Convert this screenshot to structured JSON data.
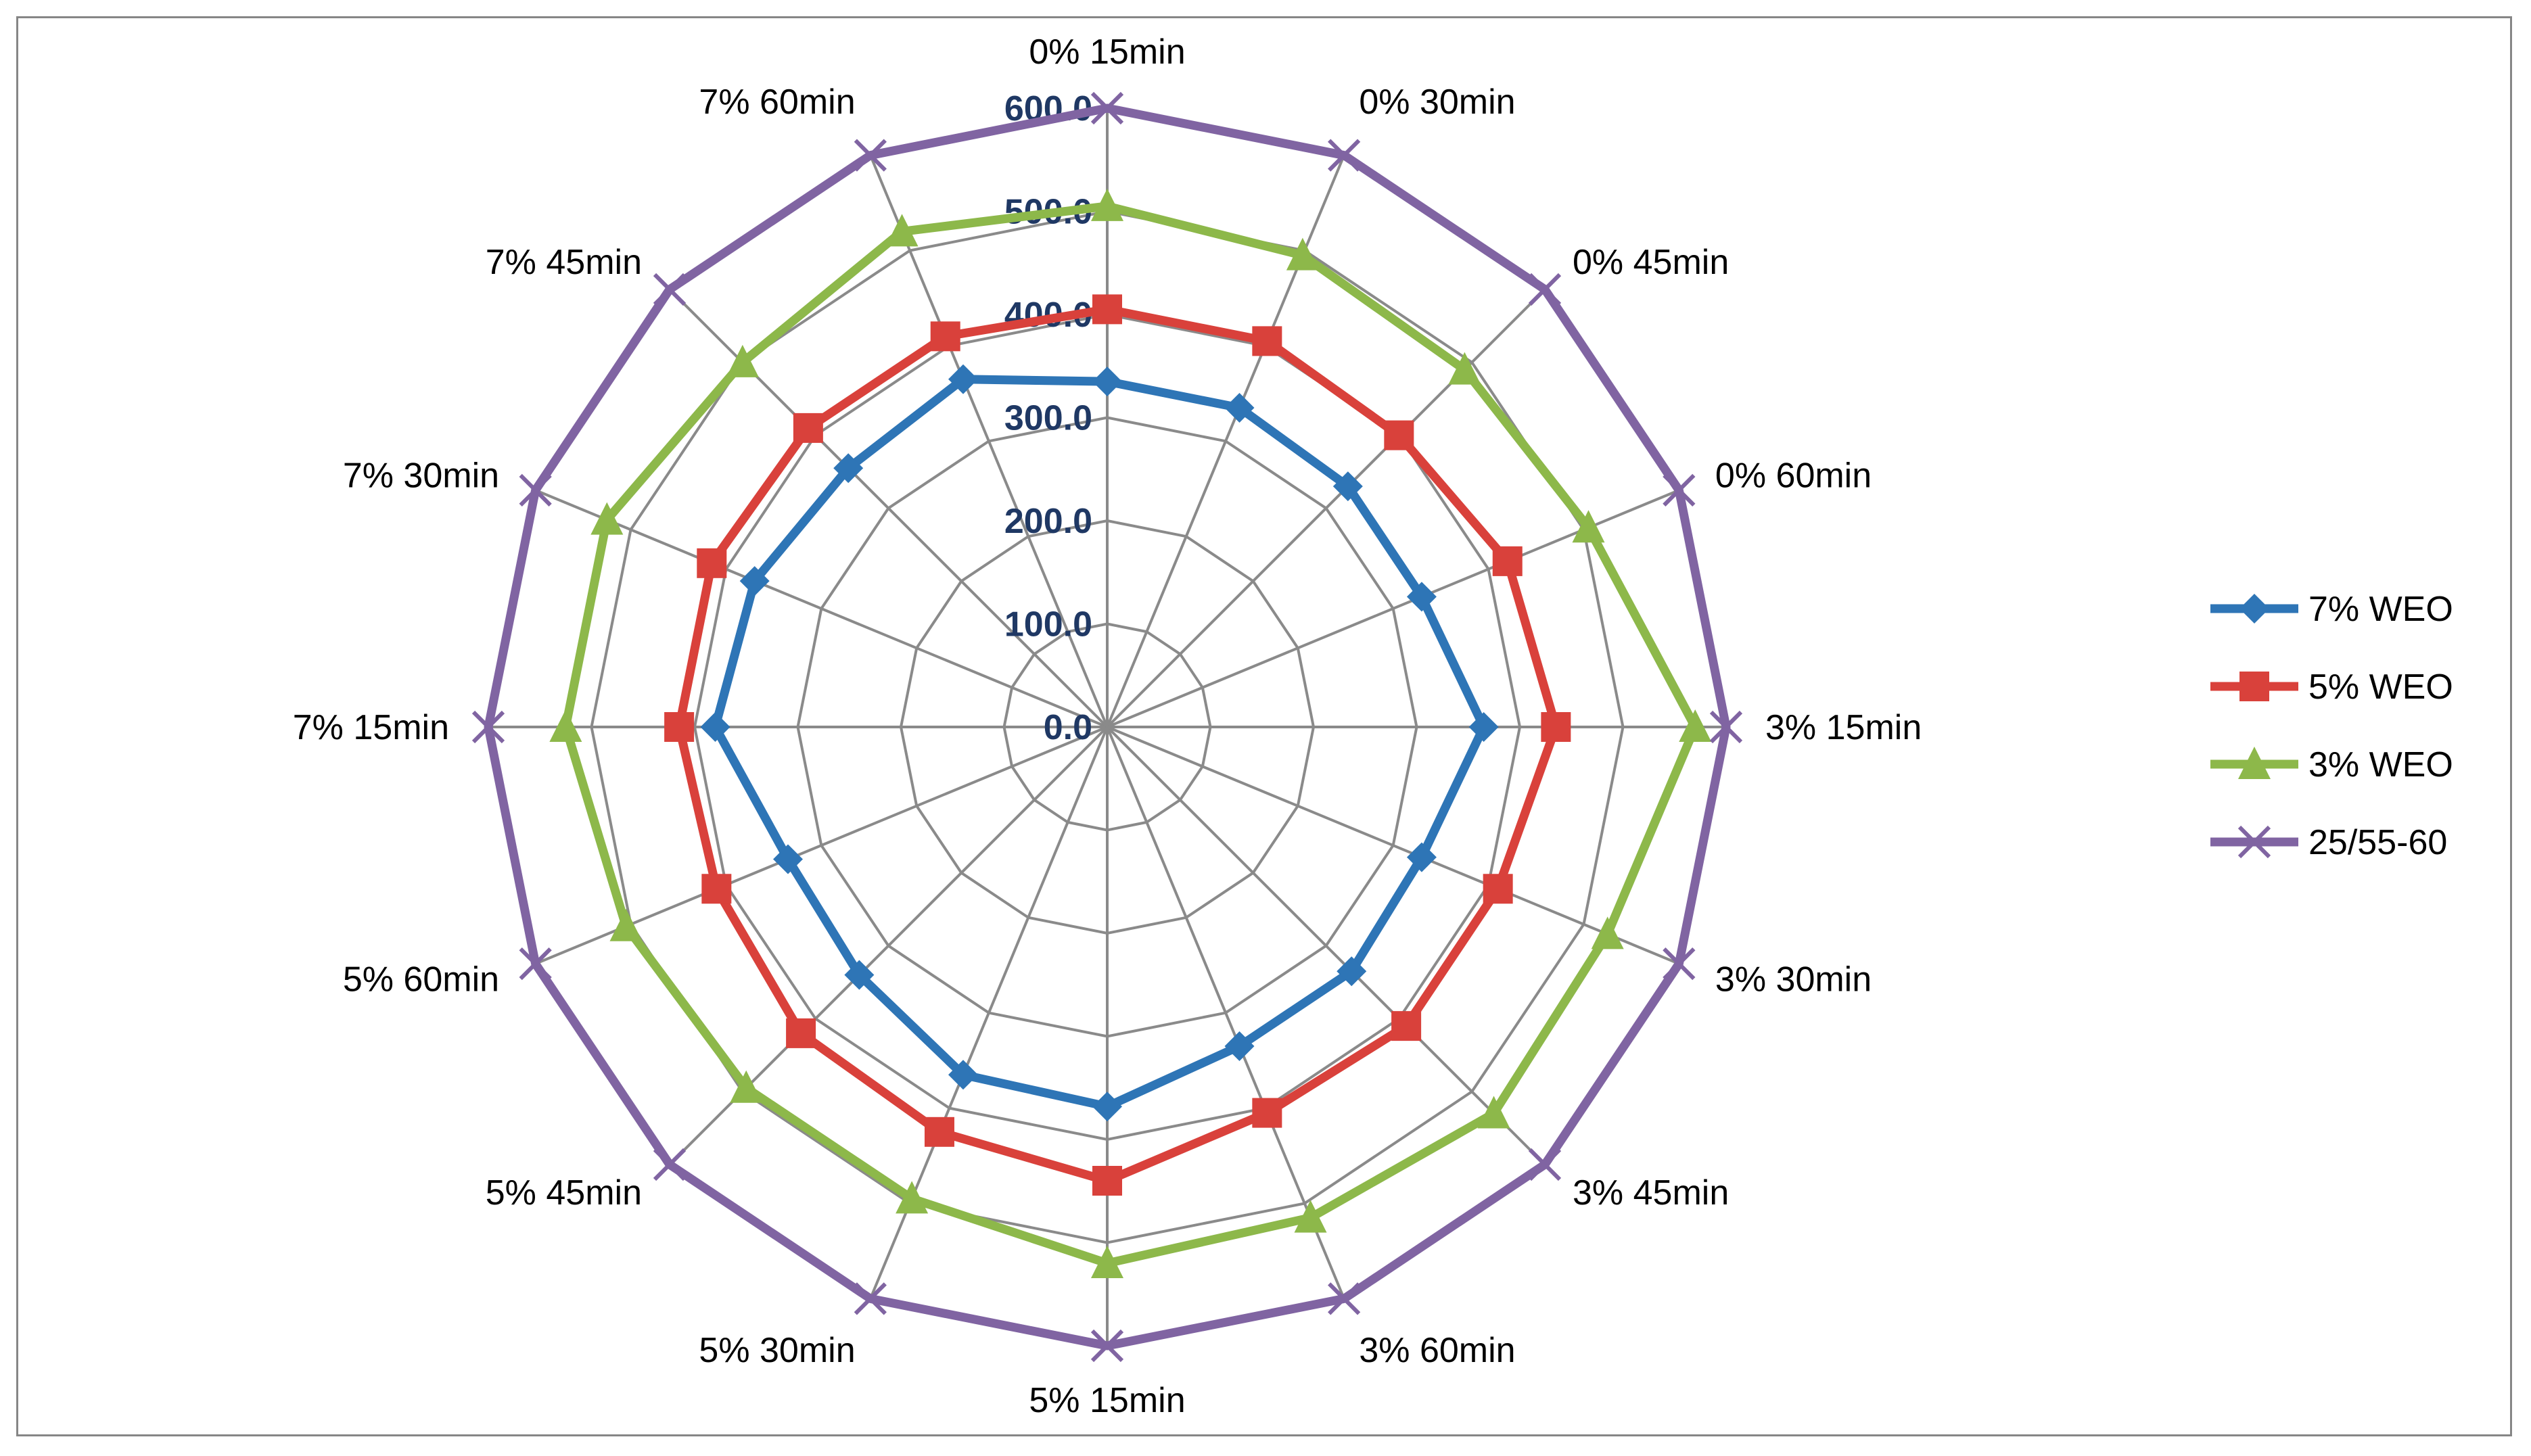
{
  "chart_data": {
    "type": "radar",
    "categories": [
      "0% 15min",
      "0% 30min",
      "0% 45min",
      "0% 60min",
      "3% 15min",
      "3% 30min",
      "3% 45min",
      "3% 60min",
      "5% 15min",
      "5% 30min",
      "5% 45min",
      "5% 60min",
      "7% 15min",
      "7% 30min",
      "7% 45min",
      "7% 60min"
    ],
    "tick_labels": [
      "0.0",
      "100.0",
      "200.0",
      "300.0",
      "400.0",
      "500.0",
      "600.0"
    ],
    "rlim": [
      0,
      600
    ],
    "grid": true,
    "legend_position": "right",
    "series": [
      {
        "name": "7% WEO",
        "color": "#2e75b6",
        "marker": "diamond",
        "values": [
          335,
          335,
          330,
          330,
          365,
          330,
          335,
          335,
          368,
          365,
          340,
          335,
          380,
          370,
          355,
          365
        ]
      },
      {
        "name": "5% WEO",
        "color": "#d9413b",
        "marker": "square",
        "values": [
          405,
          405,
          400,
          420,
          435,
          410,
          410,
          405,
          440,
          425,
          420,
          410,
          415,
          415,
          410,
          410
        ]
      },
      {
        "name": "3% WEO",
        "color": "#8db84a",
        "marker": "triangle",
        "values": [
          505,
          495,
          490,
          505,
          570,
          525,
          530,
          515,
          520,
          495,
          495,
          505,
          525,
          525,
          500,
          520
        ]
      },
      {
        "name": "25/55-60",
        "color": "#8064a2",
        "marker": "x",
        "values": [
          600,
          600,
          600,
          600,
          600,
          600,
          600,
          600,
          600,
          600,
          600,
          600,
          600,
          600,
          600,
          600
        ]
      }
    ]
  }
}
